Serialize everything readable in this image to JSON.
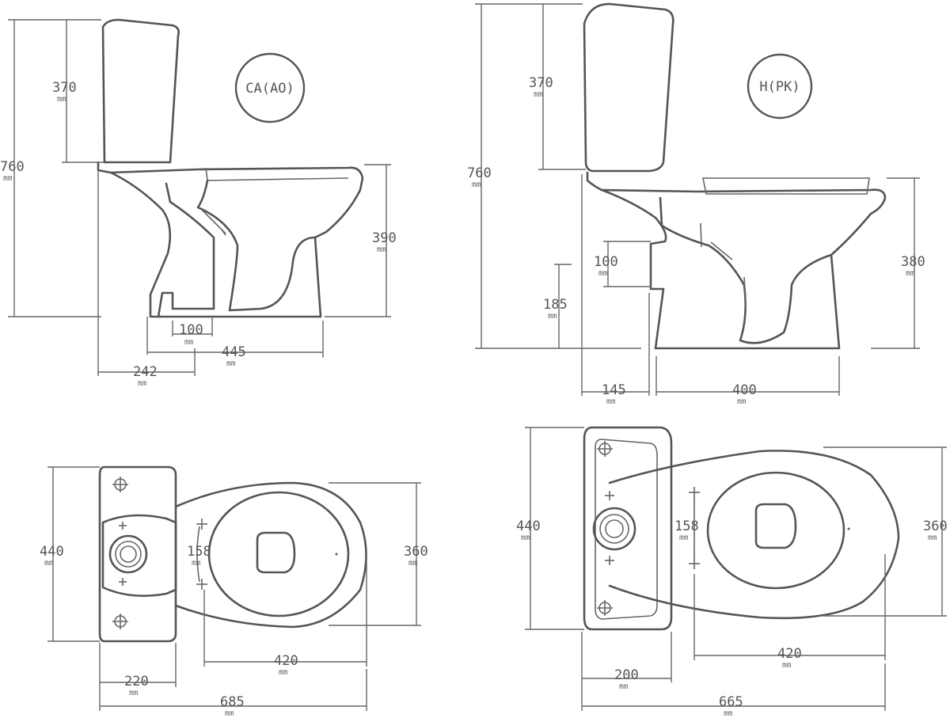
{
  "unit": "mm",
  "badges": {
    "ca_ao": "CA(AO)",
    "h_pk": "H(PK)"
  },
  "dimensions": {
    "ca_side": {
      "total_height": "760",
      "tank_height": "370",
      "bowl_height": "390",
      "outlet": "100",
      "depth": "445",
      "outlet_offset": "242"
    },
    "h_side": {
      "total_height": "760",
      "tank_height": "370",
      "bowl_height": "380",
      "outlet": "100",
      "outlet_height": "185",
      "outlet_offset": "145",
      "base_length": "400"
    },
    "ca_top": {
      "width": "440",
      "bowl_width": "360",
      "bolt_spacing": "158",
      "bowl_length": "420",
      "tank_depth": "220",
      "total_length": "685"
    },
    "h_top": {
      "width": "440",
      "bowl_width": "360",
      "bolt_spacing": "158",
      "bowl_length": "420",
      "tank_depth": "200",
      "total_length": "665"
    }
  }
}
